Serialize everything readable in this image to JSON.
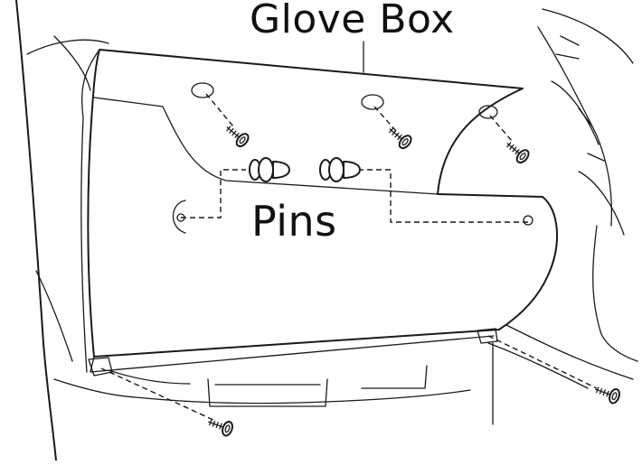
{
  "labels": {
    "glove_box": "Glove Box",
    "pins": "Pins"
  },
  "colors": {
    "line": "#1a1a1a",
    "background": "#ffffff"
  },
  "parts": {
    "screws_count": 5,
    "pins_count": 2
  }
}
